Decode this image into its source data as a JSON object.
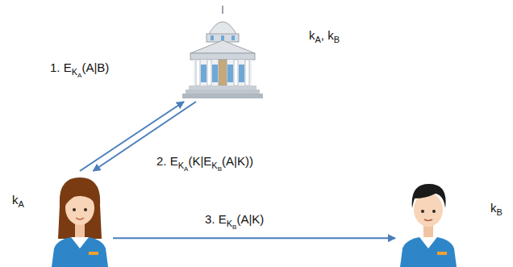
{
  "diagram": {
    "nodes": [
      {
        "text": [
          "kA, kB"
        ]
      },
      {
        "text": [
          "kA"
        ]
      },
      {
        "text": [
          "kB"
        ]
      }
    ],
    "edges": [
      {
        "from": 1,
        "to": 0,
        "arrow": "to",
        "label": "1. EKA(A|B)"
      },
      {
        "from": 0,
        "to": 1,
        "arrow": "to",
        "label": "2. EKA(K|EKB(A|K))"
      },
      {
        "from": 1,
        "to": 2,
        "arrow": "to",
        "label": "3. EKB(A|K)"
      }
    ]
  }
}
